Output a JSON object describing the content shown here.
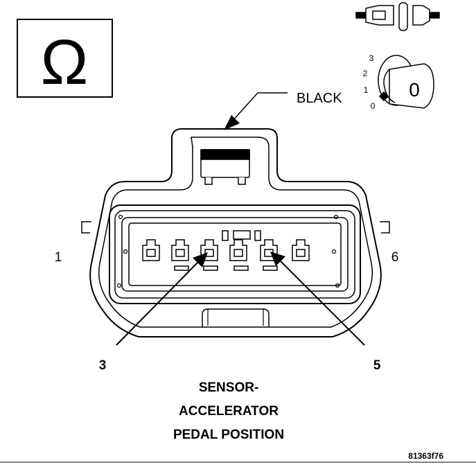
{
  "meter_symbol": "Ω",
  "connector_color": "BLACK",
  "pin_numbers": {
    "left_end": "1",
    "right_end": "6",
    "callout_a": "3",
    "callout_b": "5"
  },
  "ignition_key": {
    "positions": [
      "3",
      "2",
      "1",
      "0"
    ],
    "selected": "0"
  },
  "component_name": {
    "line1": "SENSOR-",
    "line2": "ACCELERATOR",
    "line3": "PEDAL POSITION"
  },
  "figure_id": "81363f76",
  "colors": {
    "ink": "#000000",
    "background": "#ffffff"
  }
}
